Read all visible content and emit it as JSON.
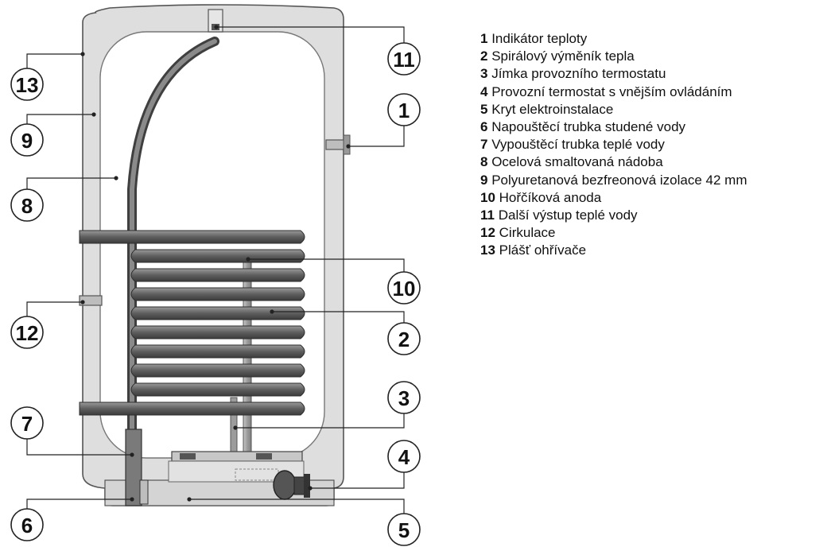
{
  "legend": [
    {
      "num": "1",
      "text": "Indikátor teploty"
    },
    {
      "num": "2",
      "text": "Spirálový výměník tepla"
    },
    {
      "num": "3",
      "text": "Jímka provozního termostatu"
    },
    {
      "num": "4",
      "text": "Provozní termostat s vnějším ovládáním"
    },
    {
      "num": "5",
      "text": "Kryt elektroinstalace"
    },
    {
      "num": "6",
      "text": "Napouštěcí trubka studené vody"
    },
    {
      "num": "7",
      "text": "Vypouštěcí trubka teplé vody"
    },
    {
      "num": "8",
      "text": "Ocelová smaltovaná nádoba"
    },
    {
      "num": "9",
      "text": "Polyuretanová bezfreonová izolace 42 mm"
    },
    {
      "num": "10",
      "text": "Hořčíková anoda"
    },
    {
      "num": "11",
      "text": "Další výstup teplé vody"
    },
    {
      "num": "12",
      "text": "Cirkulace"
    },
    {
      "num": "13",
      "text": "Plášť ohřívače"
    }
  ],
  "callouts": {
    "c13": "13",
    "c9": "9",
    "c8": "8",
    "c12": "12",
    "c7": "7",
    "c6": "6",
    "c11": "11",
    "c1": "1",
    "c10": "10",
    "c2": "2",
    "c3": "3",
    "c4": "4",
    "c5": "5"
  },
  "colors": {
    "shell": "#dcdcdc",
    "shell_stroke": "#555555",
    "tank": "#ffffff",
    "coil": "#6b6b6b",
    "coil_dark": "#3a3a3a",
    "pipe": "#7a7a7a",
    "line": "#222222"
  }
}
